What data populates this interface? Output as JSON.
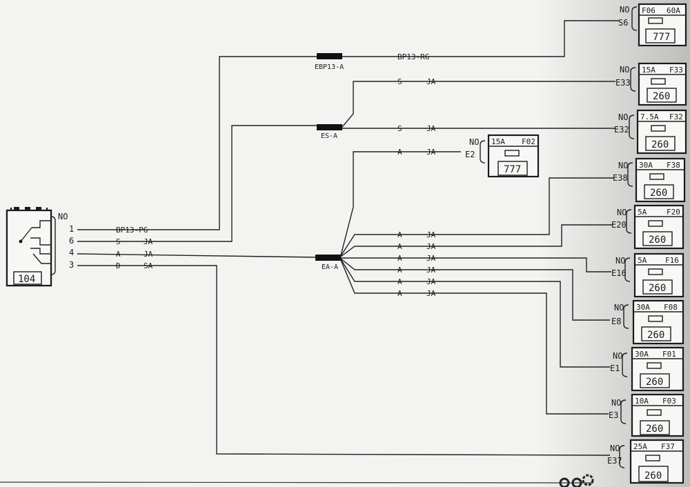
{
  "component": {
    "label": "104",
    "no": "NO",
    "pins": [
      "1",
      "6",
      "4",
      "3"
    ]
  },
  "splices": [
    {
      "id": "bp13",
      "label": "EBP13-A"
    },
    {
      "id": "es",
      "label": "ES-A"
    },
    {
      "id": "ea",
      "label": "EA-A"
    }
  ],
  "wires": {
    "w1": [
      "BP13-PG"
    ],
    "w6": [
      "S",
      "JA"
    ],
    "w4": [
      "A",
      "JA"
    ],
    "w3": [
      "D",
      "SA"
    ],
    "bp13_out": [
      "BP13-RG"
    ],
    "es_out": [
      [
        "S",
        "JA"
      ],
      [
        "S",
        "JA"
      ]
    ],
    "ea_out": [
      [
        "A",
        "JA"
      ],
      [
        "A",
        "JA"
      ],
      [
        "A",
        "JA"
      ],
      [
        "A",
        "JA"
      ],
      [
        "A",
        "JA"
      ],
      [
        "A",
        "JA"
      ],
      [
        "A",
        "JA"
      ]
    ]
  },
  "fuses": [
    {
      "id": "S6",
      "no": "NO",
      "pin": "S6",
      "rating": "F06",
      "code": "60A",
      "box": "777"
    },
    {
      "id": "F33",
      "no": "NO",
      "pin": "E33",
      "rating": "15A",
      "code": "F33",
      "box": "260"
    },
    {
      "id": "F32",
      "no": "NO",
      "pin": "E32",
      "rating": "7.5A",
      "code": "F32",
      "box": "260"
    },
    {
      "id": "F02",
      "no": "NO",
      "pin": "E2",
      "rating": "15A",
      "code": "F02",
      "box": "777"
    },
    {
      "id": "F38",
      "no": "NO",
      "pin": "E38",
      "rating": "30A",
      "code": "F38",
      "box": "260"
    },
    {
      "id": "F20",
      "no": "NO",
      "pin": "E20",
      "rating": "5A",
      "code": "F20",
      "box": "260"
    },
    {
      "id": "F16",
      "no": "NO",
      "pin": "E16",
      "rating": "5A",
      "code": "F16",
      "box": "260"
    },
    {
      "id": "F08",
      "no": "NO",
      "pin": "E8",
      "rating": "30A",
      "code": "F08",
      "box": "260"
    },
    {
      "id": "F01",
      "no": "NO",
      "pin": "E1",
      "rating": "30A",
      "code": "F01",
      "box": "260"
    },
    {
      "id": "F03",
      "no": "NO",
      "pin": "E3",
      "rating": "10A",
      "code": "F03",
      "box": "260"
    },
    {
      "id": "F37",
      "no": "NO",
      "pin": "E37",
      "rating": "25A",
      "code": "F37",
      "box": "260"
    }
  ]
}
